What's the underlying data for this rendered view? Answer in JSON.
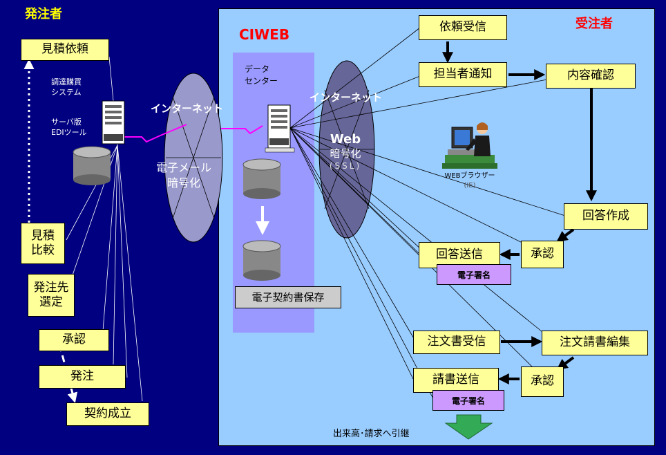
{
  "orderer": {
    "header": "発注者",
    "boxes": [
      "見積依頼",
      "承認",
      "発注",
      "契約成立"
    ],
    "compare_lines": [
      "見積",
      "比較"
    ],
    "select_lines": [
      "発注先",
      "選定"
    ],
    "system_lines": [
      "調達購買",
      "システム"
    ],
    "edi_lines": [
      "サーバ版",
      "EDIツール"
    ]
  },
  "network": {
    "internet_left": "インターネット",
    "internet_right": "インターネット",
    "email_lines": [
      "電子メール",
      "暗号化"
    ],
    "web_lines": [
      "Web",
      "暗号化",
      "(SSL)"
    ]
  },
  "ciweb": {
    "header": "CIWEB",
    "datacenter_lines": [
      "データ",
      "センター"
    ],
    "storage": "電子契約書保存"
  },
  "receiver": {
    "header": "受注者",
    "boxes": [
      "依頼受信",
      "担当者通知",
      "内容確認",
      "回答作成",
      "承認",
      "回答送信",
      "注文書受信",
      "注文請書編集",
      "承認",
      "請書送信"
    ],
    "signature": "電子署名",
    "browser_lines": [
      "WEBブラウザー",
      "(IE)"
    ],
    "handover": "出来高･請求へ引継"
  }
}
